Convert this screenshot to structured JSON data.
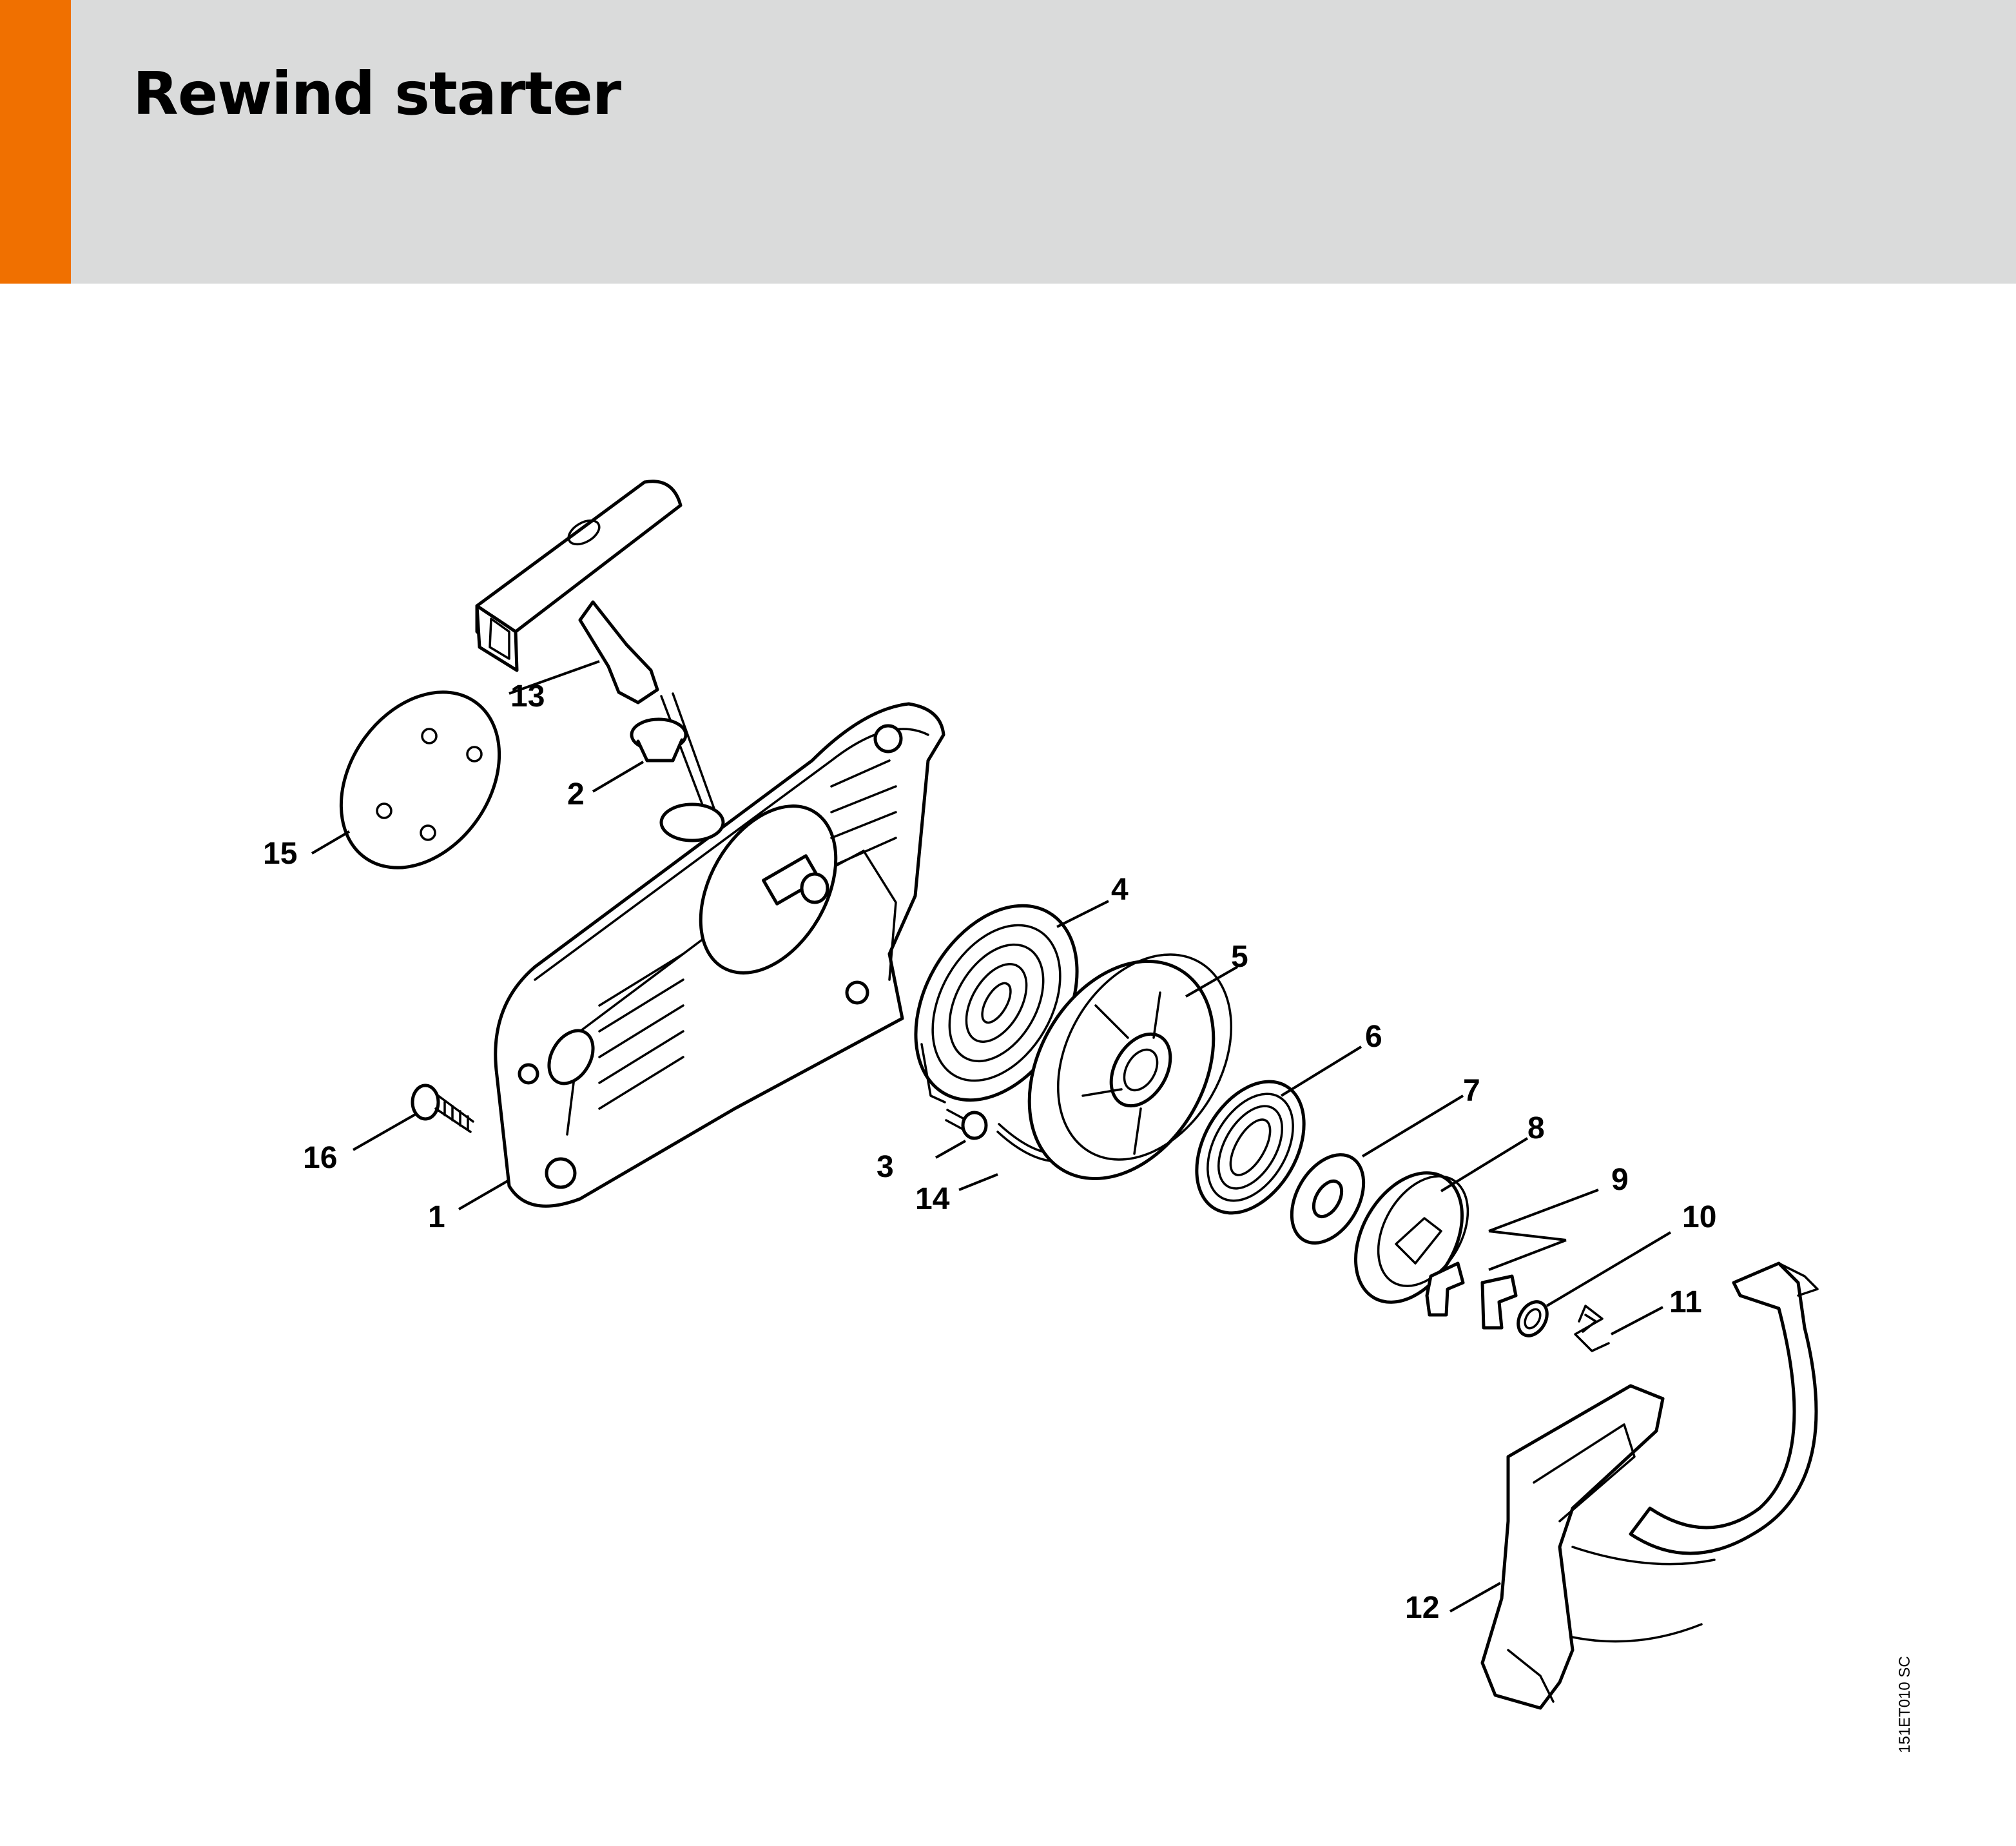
{
  "header": {
    "title": "Rewind starter",
    "accent_color": "#f07000",
    "band_color": "#dadbdb"
  },
  "callouts": [
    "1",
    "2",
    "3",
    "4",
    "5",
    "6",
    "7",
    "8",
    "9",
    "10",
    "11",
    "12",
    "13",
    "14",
    "15",
    "16"
  ],
  "drawing_code": "151ET010 SC"
}
